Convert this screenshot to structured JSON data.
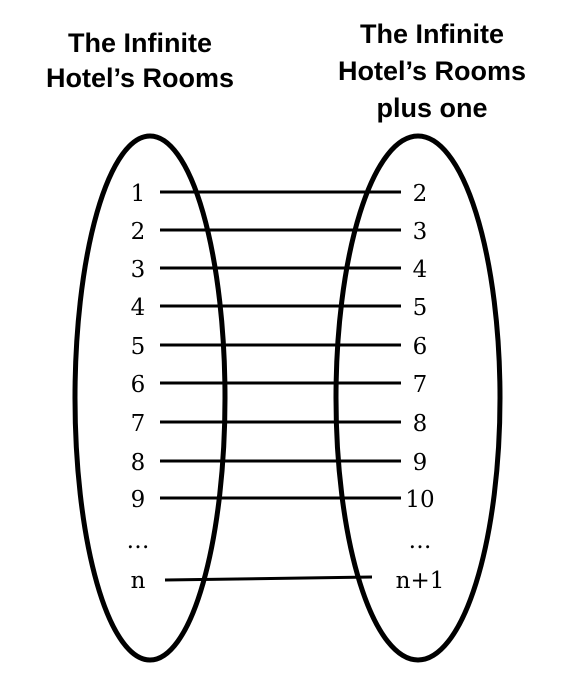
{
  "left_set": {
    "title_lines": [
      "The Infinite",
      "Hotel’s Rooms"
    ],
    "items": [
      "1",
      "2",
      "3",
      "4",
      "5",
      "6",
      "7",
      "8",
      "9",
      "…",
      "n"
    ]
  },
  "right_set": {
    "title_lines": [
      "The Infinite",
      "Hotel’s Rooms",
      "plus one"
    ],
    "items": [
      "2",
      "3",
      "4",
      "5",
      "6",
      "7",
      "8",
      "9",
      "10",
      "…",
      "n+1"
    ]
  },
  "mappings": [
    {
      "from": "1",
      "to": "2"
    },
    {
      "from": "2",
      "to": "3"
    },
    {
      "from": "3",
      "to": "4"
    },
    {
      "from": "4",
      "to": "5"
    },
    {
      "from": "5",
      "to": "6"
    },
    {
      "from": "6",
      "to": "7"
    },
    {
      "from": "7",
      "to": "8"
    },
    {
      "from": "8",
      "to": "9"
    },
    {
      "from": "9",
      "to": "10"
    },
    {
      "from": "n",
      "to": "n+1"
    }
  ],
  "colors": {
    "ink": "#000000",
    "background": "#ffffff"
  }
}
